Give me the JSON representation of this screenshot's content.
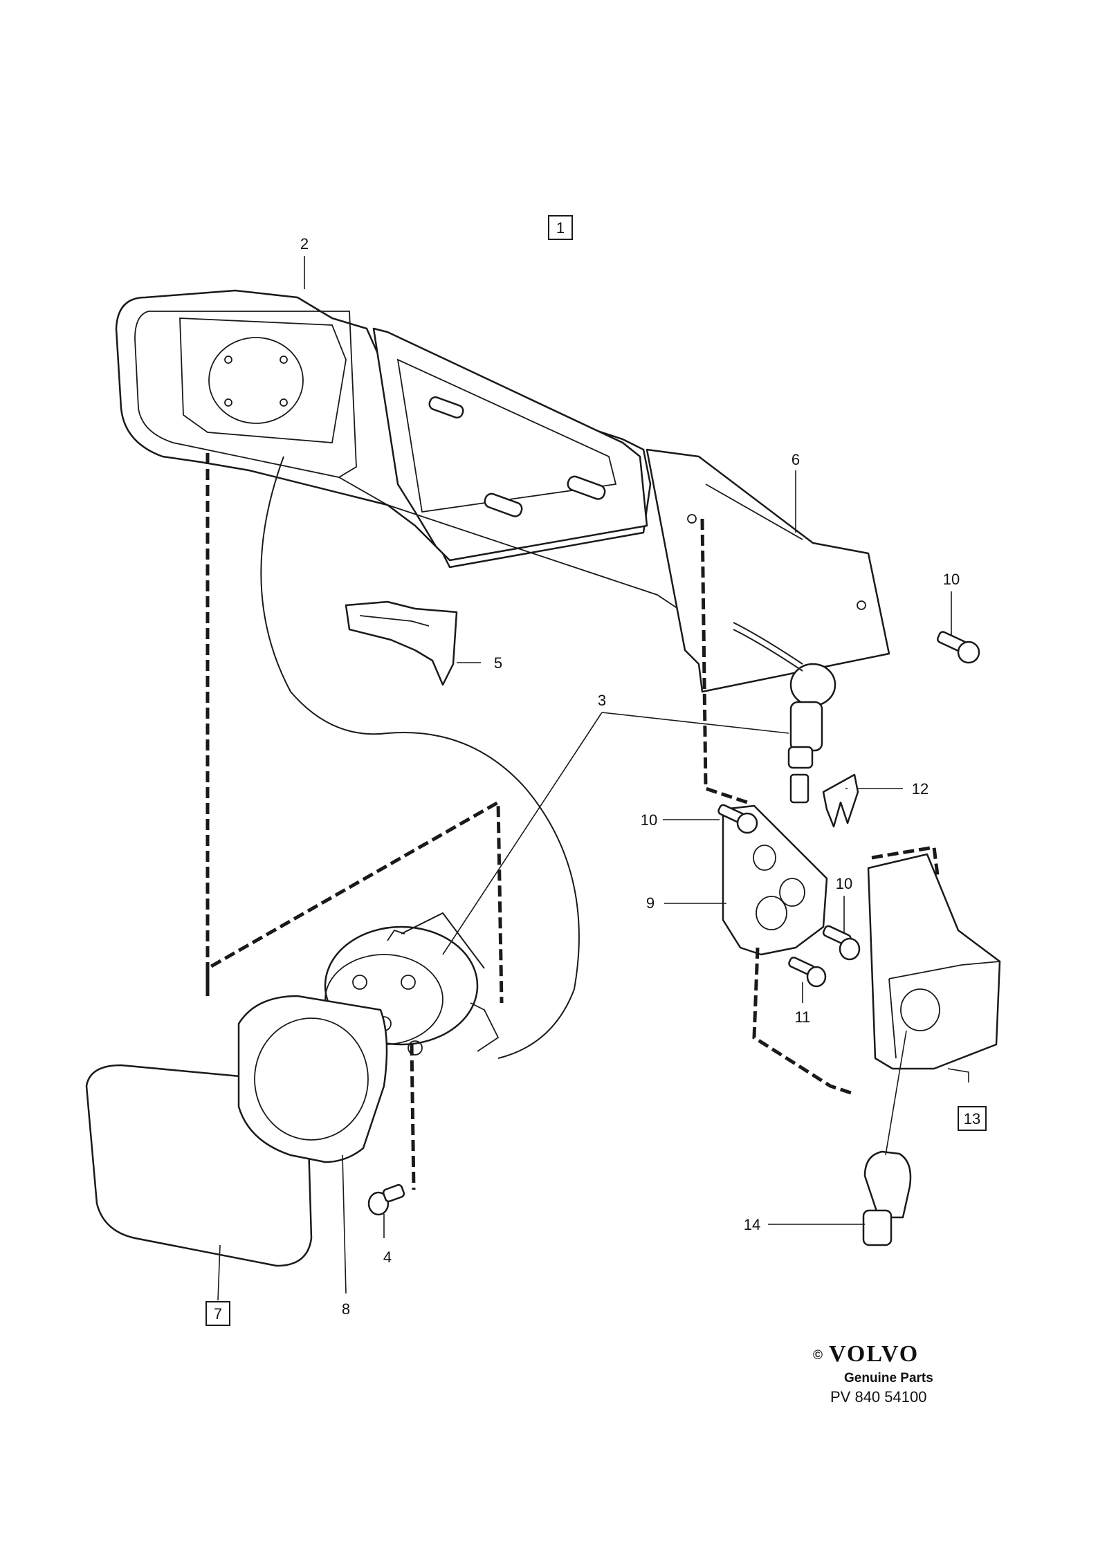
{
  "diagram": {
    "assembly_label": "1",
    "callouts": [
      {
        "id": "c2",
        "text": "2"
      },
      {
        "id": "c3",
        "text": "3"
      },
      {
        "id": "c4",
        "text": "4"
      },
      {
        "id": "c5",
        "text": "5"
      },
      {
        "id": "c6",
        "text": "6"
      },
      {
        "id": "c7",
        "text": "7",
        "boxed": true
      },
      {
        "id": "c8",
        "text": "8"
      },
      {
        "id": "c9",
        "text": "9"
      },
      {
        "id": "c10a",
        "text": "10"
      },
      {
        "id": "c10b",
        "text": "10"
      },
      {
        "id": "c10c",
        "text": "10"
      },
      {
        "id": "c11",
        "text": "11"
      },
      {
        "id": "c12",
        "text": "12"
      },
      {
        "id": "c13",
        "text": "13",
        "boxed": true
      },
      {
        "id": "c14",
        "text": "14"
      }
    ]
  },
  "footer": {
    "copyright": "©",
    "brand": "VOLVO",
    "subtitle": "Genuine Parts",
    "code": "PV 840 54100"
  }
}
